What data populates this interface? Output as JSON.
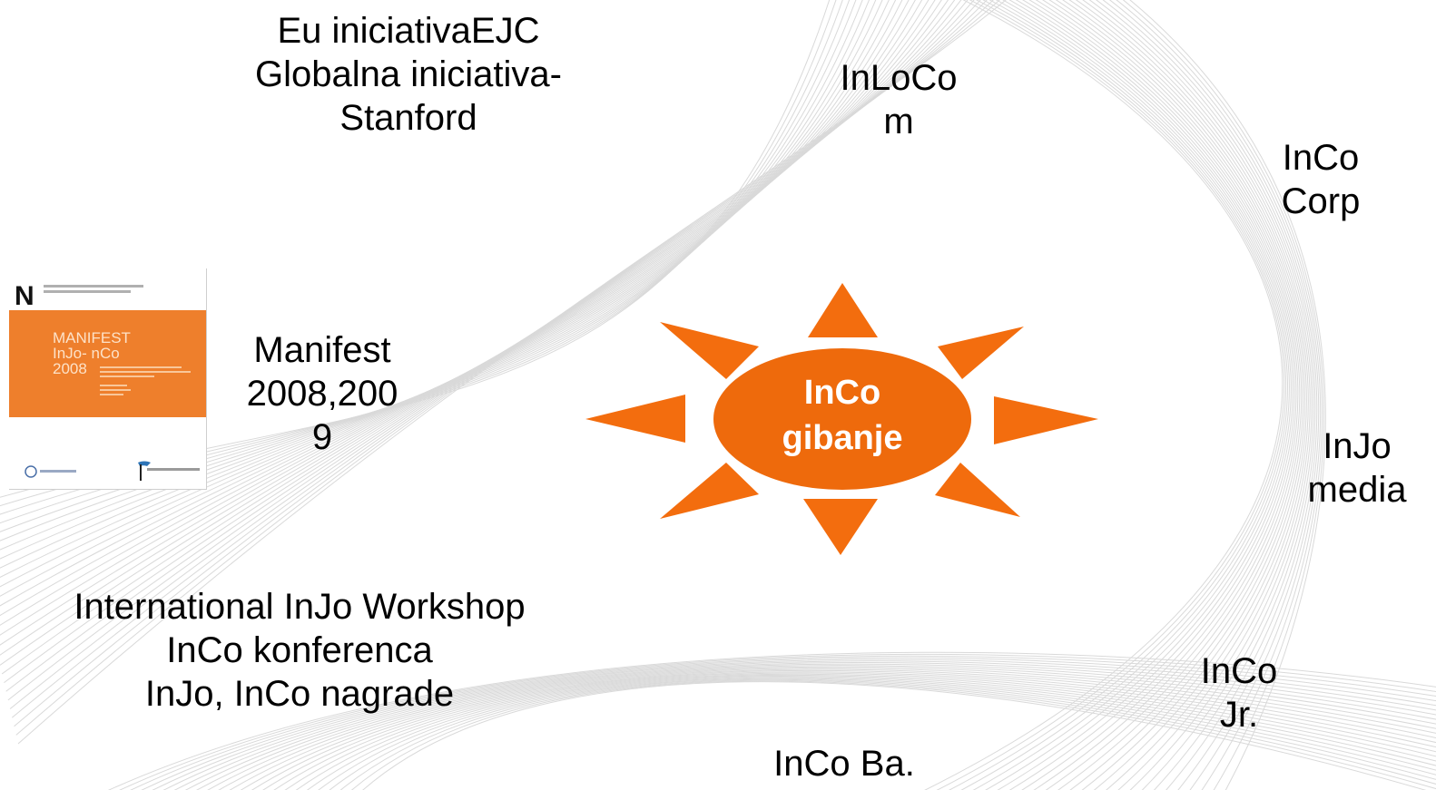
{
  "center": {
    "line1": "InCo",
    "line2": "gibanje",
    "sun_color": "#f36d0e",
    "ellipse_color": "#ee6a0c"
  },
  "labels": {
    "top_left": [
      "Eu iniciativaEJC",
      "Globalna iniciativa-",
      "Stanford"
    ],
    "top_center": [
      "InLoCo",
      "m"
    ],
    "top_right": [
      "InCo",
      "Corp"
    ],
    "manifest": [
      "Manifest",
      "2008,200",
      "9"
    ],
    "right": [
      "InJo",
      "media"
    ],
    "bottom_left": [
      "International InJo Workshop",
      "InCo konferenca",
      "InJo, InCo nagrade"
    ],
    "bottom_right": [
      "InCo",
      "Jr."
    ],
    "bottom_center": [
      "InCo Ba."
    ]
  },
  "cover": {
    "logo": "N",
    "title": [
      "MANIFEST",
      "InJo- nCo",
      "2008"
    ],
    "orange": "#ee7f2c"
  }
}
